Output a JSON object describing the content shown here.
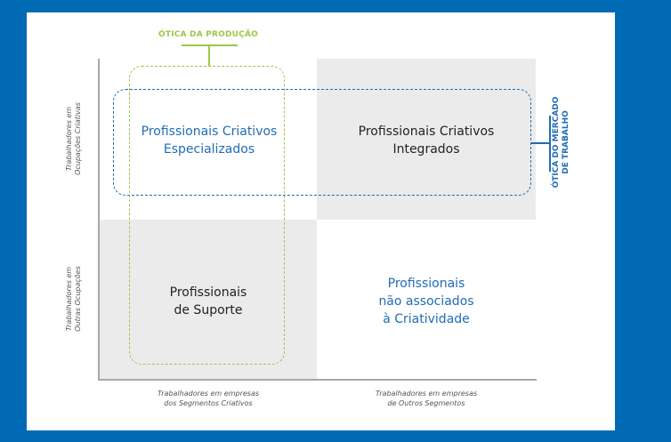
{
  "diagram": {
    "lenses": {
      "production": {
        "label": "ÓTICA DA PRODUÇÃO",
        "color": "#9cc84a"
      },
      "labor_market": {
        "label_line1": "ÓTICA DO MERCADO",
        "label_line2": "DE TRABALHO",
        "color": "#1f6db3"
      }
    },
    "y_axis": {
      "top": {
        "line1": "Trabalhadores em",
        "line2": "Ocupações Criativas"
      },
      "bottom": {
        "line1": "Trabalhadores em",
        "line2": "Outras Ocupações"
      }
    },
    "x_axis": {
      "left": {
        "line1": "Trabalhadores em empresas",
        "line2": "dos Segmentos Criativos"
      },
      "right": {
        "line1": "Trabalhadores em empresas",
        "line2": "de Outros Segmentos"
      }
    },
    "quadrants": {
      "top_left": {
        "line1": "Profissionais Criativos",
        "line2": "Especializados",
        "color": "#1f6db3"
      },
      "top_right": {
        "line1": "Profissionais Criativos",
        "line2": "Integrados",
        "color": "#222222"
      },
      "bottom_left": {
        "line1": "Profissionais",
        "line2": "de Suporte",
        "color": "#222222"
      },
      "bottom_right": {
        "line1": "Profissionais",
        "line2": "não associados",
        "line3": "à Criatividade",
        "color": "#1f6db3"
      }
    },
    "colors": {
      "frame": "#006bb4",
      "shaded_quadrant": "#ebebeb"
    }
  }
}
